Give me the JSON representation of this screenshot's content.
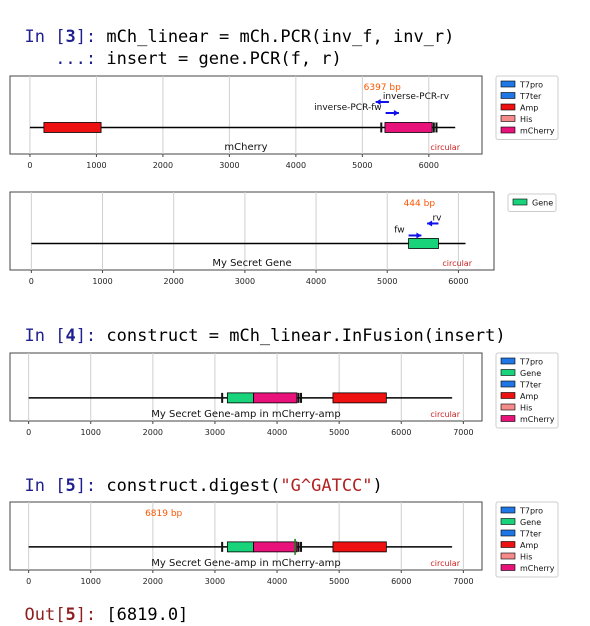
{
  "cells": [
    {
      "prompt": "In [",
      "num": "3",
      "close": "]: ",
      "code": "mCh_linear = mCh.PCR(inv_f, inv_r)"
    },
    {
      "prompt": "   ...: ",
      "code": "insert = gene.PCR(f, r)"
    },
    {
      "prompt": "In [",
      "num": "4",
      "close": "]: ",
      "code": "construct = mCh_linear.InFusion(insert)"
    },
    {
      "prompt": "In [",
      "num": "5",
      "close": "]: ",
      "code": "construct.digest(\"G^GATCC\")"
    },
    {
      "prompt": "Out[",
      "num": "5",
      "close": "]: ",
      "code": "[6819.0]"
    }
  ],
  "colors": {
    "T7pro": "#1f77e6",
    "Gene": "#19d37a",
    "T7ter": "#1f77e6",
    "Amp": "#ee1111",
    "His": "#f58a8a",
    "mCherry": "#e8127a",
    "arrow": "#1010ee",
    "bp": "#ff5500",
    "circular": "#cc2222"
  },
  "maps": [
    {
      "name": "mCherry",
      "circular": "circular",
      "bp_label": "6397 bp",
      "ticks": [
        0,
        1000,
        2000,
        3000,
        4000,
        5000,
        6000
      ],
      "xmin": -300,
      "xmax": 6800,
      "line_end": 6397,
      "features": [
        {
          "name": "Amp",
          "start": 210,
          "end": 1070
        },
        {
          "name": "mCherry",
          "start": 5340,
          "end": 6050
        },
        {
          "name": "T7pro",
          "start": 5270,
          "end": 5285
        },
        {
          "name": "T7ter",
          "start": 6060,
          "end": 6075
        },
        {
          "name": "T7ter",
          "start": 6100,
          "end": 6115
        }
      ],
      "primers": [
        {
          "label": "inverse-PCR-rv",
          "start": 5200,
          "end": 5400,
          "dir": "rev"
        },
        {
          "label": "inverse-PCR-fw",
          "start": 5350,
          "end": 5550,
          "dir": "fwd"
        }
      ],
      "legend": [
        "T7pro",
        "T7ter",
        "Amp",
        "His",
        "mCherry"
      ]
    },
    {
      "name": "My Secret Gene",
      "circular": "circular",
      "bp_label": "444 bp",
      "ticks": [
        0,
        1000,
        2000,
        3000,
        4000,
        5000,
        6000
      ],
      "xmin": -300,
      "xmax": 6500,
      "line_end": 6100,
      "features": [
        {
          "name": "Gene",
          "start": 5300,
          "end": 5720
        }
      ],
      "primers": [
        {
          "label": "fw",
          "start": 5300,
          "end": 5480,
          "dir": "fwd"
        },
        {
          "label": "rv",
          "start": 5560,
          "end": 5720,
          "dir": "rev"
        }
      ],
      "legend": [
        "Gene"
      ]
    },
    {
      "name": "My Secret Gene-amp in mCherry-amp",
      "circular": "circular",
      "bp_label": "",
      "ticks": [
        0,
        1000,
        2000,
        3000,
        4000,
        5000,
        6000,
        7000
      ],
      "xmin": -300,
      "xmax": 7300,
      "line_end": 6819,
      "features": [
        {
          "name": "T7pro",
          "start": 3100,
          "end": 3115
        },
        {
          "name": "Gene",
          "start": 3200,
          "end": 3620
        },
        {
          "name": "mCherry",
          "start": 3620,
          "end": 4320
        },
        {
          "name": "T7ter",
          "start": 4330,
          "end": 4345
        },
        {
          "name": "T7ter",
          "start": 4370,
          "end": 4385
        },
        {
          "name": "Amp",
          "start": 4900,
          "end": 5760
        }
      ],
      "primers": [],
      "legend": [
        "T7pro",
        "Gene",
        "T7ter",
        "Amp",
        "His",
        "mCherry"
      ]
    },
    {
      "name": "My Secret Gene-amp in mCherry-amp",
      "circular": "circular",
      "bp_label": "6819 bp",
      "ticks": [
        0,
        1000,
        2000,
        3000,
        4000,
        5000,
        6000,
        7000
      ],
      "xmin": -300,
      "xmax": 7300,
      "line_end": 6819,
      "cut_at": 4290,
      "features": [
        {
          "name": "T7pro",
          "start": 3100,
          "end": 3115
        },
        {
          "name": "Gene",
          "start": 3200,
          "end": 3620
        },
        {
          "name": "mCherry",
          "start": 3620,
          "end": 4320
        },
        {
          "name": "T7ter",
          "start": 4330,
          "end": 4345
        },
        {
          "name": "T7ter",
          "start": 4370,
          "end": 4385
        },
        {
          "name": "Amp",
          "start": 4900,
          "end": 5760
        }
      ],
      "primers": [],
      "legend": [
        "T7pro",
        "Gene",
        "T7ter",
        "Amp",
        "His",
        "mCherry"
      ]
    }
  ]
}
